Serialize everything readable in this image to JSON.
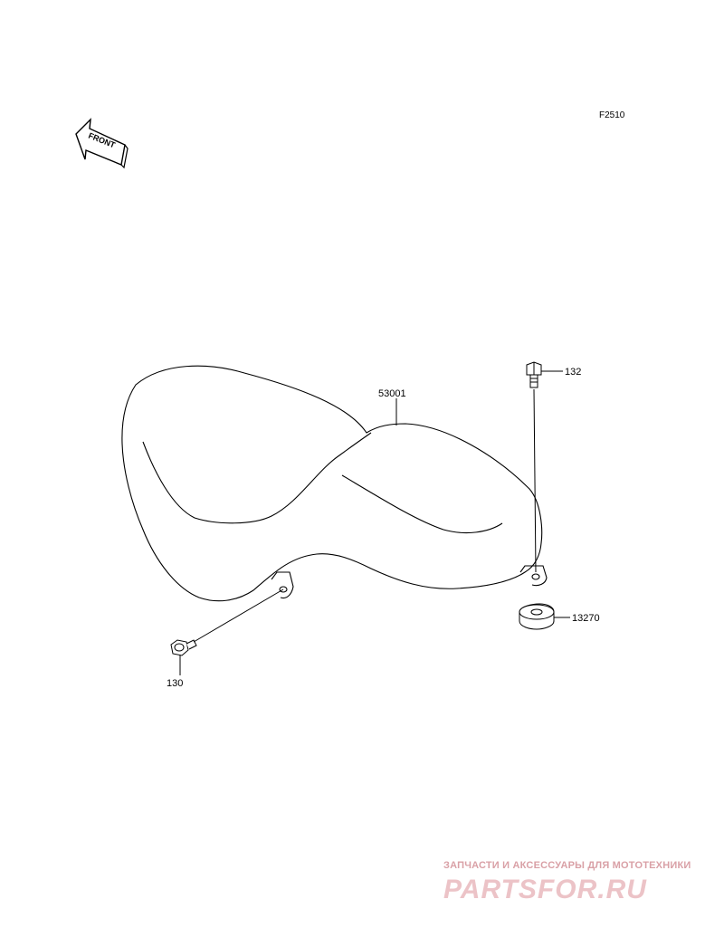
{
  "figure_ref": "F2510",
  "front_label": "FRONT",
  "parts": {
    "seat": "53001",
    "bolt_rear": "132",
    "bolt_front": "130",
    "damper": "13270"
  },
  "watermark": {
    "tagline": "ЗАПЧАСТИ И АКСЕССУАРЫ ДЛЯ МОТОТЕХНИКИ",
    "brand": "PARTSFOR.RU",
    "color": "#e8b4b8"
  }
}
